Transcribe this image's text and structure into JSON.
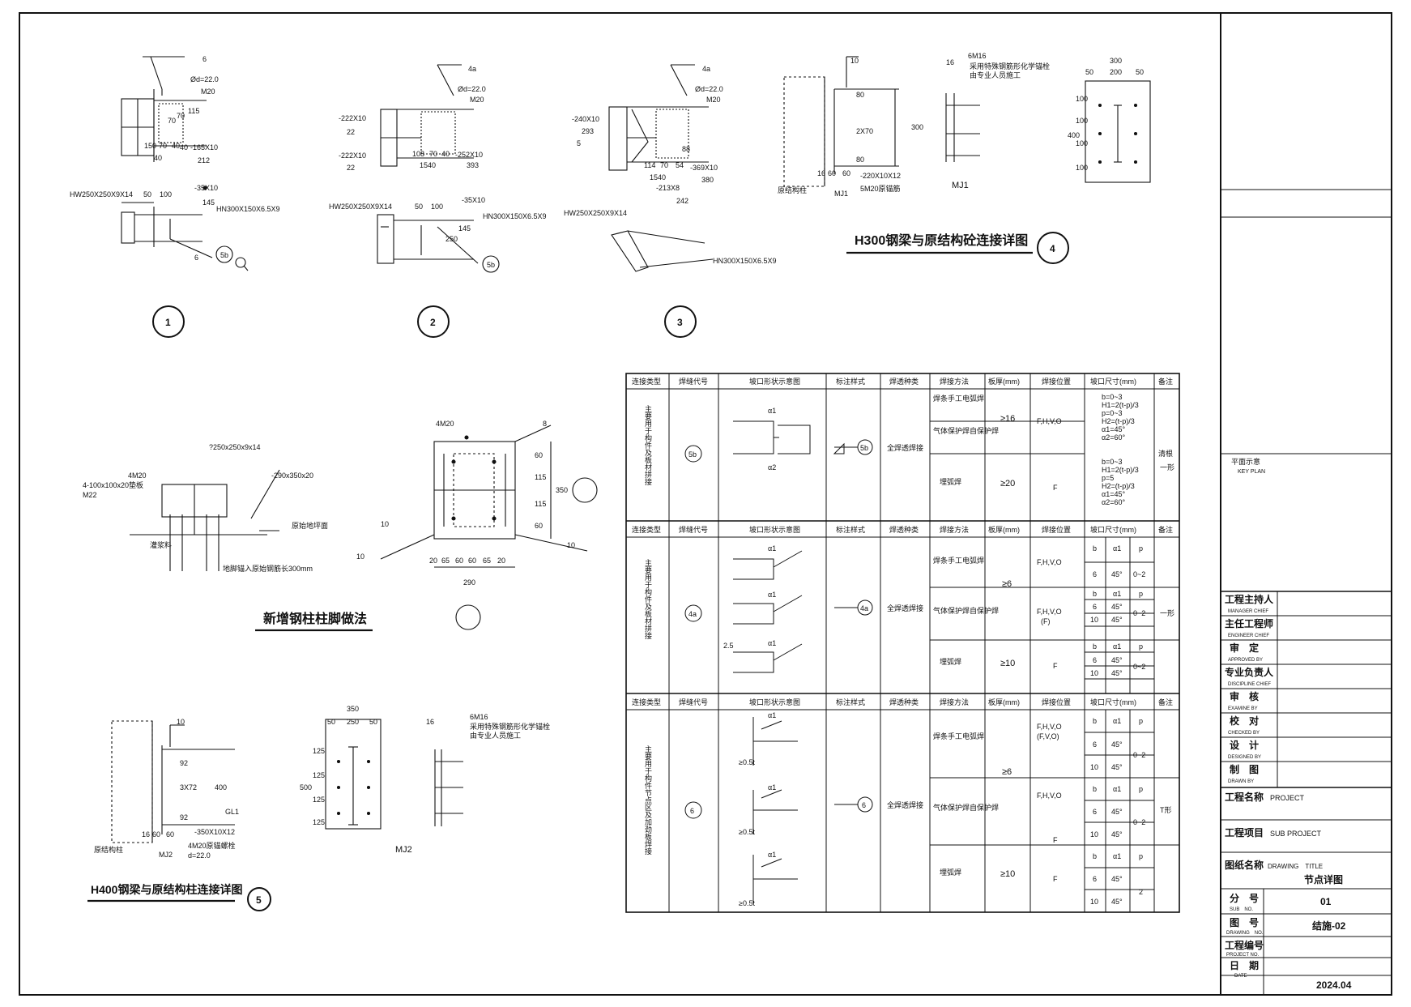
{
  "details": {
    "d1": {
      "number": "1",
      "labels": [
        "6",
        "Ød=22.0",
        "M20",
        "115",
        "70",
        "70",
        "40",
        "-165X10",
        "150",
        "70",
        "40",
        "40",
        "212",
        "HW250X250X9X14",
        "50",
        "100",
        "-35X10",
        "145",
        "HN300X150X6.5X9",
        "5b",
        "6"
      ]
    },
    "d2": {
      "number": "2",
      "labels": [
        "4a",
        "Ød=22.0",
        "M20",
        "-222X10",
        "22",
        "-222X10",
        "22",
        "108",
        "70",
        "40",
        "-252X10",
        "1540",
        "393",
        "HW250X250X9X14",
        "50",
        "100",
        "-35X10",
        "HN300X150X6.5X9",
        "145",
        "250",
        "5b"
      ]
    },
    "d3": {
      "number": "3",
      "labels": [
        "4a",
        "Ød=22.0",
        "M20",
        "-240X10",
        "293",
        "5",
        "114",
        "70",
        "54",
        "-369X10",
        "1540",
        "380",
        "-213X8",
        "242",
        "HW250X250X9X14",
        "HN300X150X6.5X9",
        "88"
      ]
    },
    "d4": {
      "number": "4",
      "title": "H300钢梁与原结构砼连接详图",
      "labels": [
        "10",
        "16",
        "6M16",
        "采用特殊钢筋形化学锚栓",
        "由专业人员施工",
        "80",
        "2X70",
        "300",
        "80",
        "16",
        "60",
        "60",
        "-220X10X12",
        "5M20原锚筋",
        "原结构柱",
        "MJ1",
        "MJ1",
        "300",
        "50",
        "200",
        "50",
        "400",
        "100",
        "100",
        "100",
        "100"
      ]
    },
    "d5": {
      "number": "5",
      "title": "H400钢梁与原结构柱连接详图",
      "labels": [
        "10",
        "92",
        "3X72",
        "400",
        "GL1",
        "92",
        "-350X10X12",
        "4M20原锚螺栓",
        "d=22.0",
        "16",
        "60",
        "60",
        "MJ2",
        "原结构柱",
        "350",
        "50",
        "250",
        "50",
        "500",
        "125",
        "125",
        "125",
        "125",
        "MJ2",
        "16",
        "6M16",
        "采用特殊钢筋形化学锚栓",
        "由专业人员施工"
      ]
    },
    "base": {
      "title": "新增钢柱柱脚做法",
      "labels": [
        "?250x250x9x14",
        "4M20",
        "4-100x100x20垫板",
        "M22",
        "-290x350x20",
        "原始地坪面",
        "灌浆料",
        "地脚锚入原始钢筋长300mm",
        "8",
        "4M20",
        "60",
        "115",
        "115",
        "60",
        "350",
        "10",
        "10",
        "10",
        "20",
        "65",
        "60",
        "60",
        "65",
        "20",
        "290"
      ]
    }
  },
  "weld_table": {
    "headers": [
      "连接类型",
      "焊缝代号",
      "坡口形状示意图",
      "标注样式",
      "焊透种类",
      "焊接方法",
      "板厚(mm)",
      "焊接位置",
      "坡口尺寸(mm)",
      "备注"
    ],
    "groups": [
      {
        "type": "主要用于构件及板材拼接",
        "code": "5b",
        "method_kind": "全焊透焊接",
        "remark_top": "清根",
        "remark": "一形",
        "rows": [
          {
            "method": "焊条手工电弧焊",
            "thick": "≥16",
            "pos": "F,H,V,O",
            "dims": [
              "b=0~3",
              "H1=2(t-p)/3",
              "p=0~3",
              "H2=(t-p)/3",
              "α1=45°",
              "α2=60°"
            ]
          },
          {
            "method": "气体保护焊自保护焊",
            "thick": "",
            "pos": "",
            "dims": []
          },
          {
            "method": "埋弧焊",
            "thick": "≥20",
            "pos": "F",
            "dims": [
              "b=0~3",
              "H1=2(t-p)/3",
              "p=5",
              "H2=(t-p)/3",
              "α1=45°",
              "α2=60°"
            ]
          }
        ],
        "sketch_labels": [
          "α1",
          "α2"
        ]
      },
      {
        "type": "主要用于构件及板材拼接",
        "code": "4a",
        "method_kind": "全焊透焊接",
        "remark": "一形",
        "rows": [
          {
            "method": "焊条手工电弧焊",
            "thick": "≥6",
            "pos": "F,H,V,O",
            "dims": {
              "head": [
                "b",
                "α1",
                "p"
              ],
              "vals": [
                [
                  "6",
                  "45°",
                  "0~2"
                ]
              ]
            }
          },
          {
            "method": "气体保护焊自保护焊",
            "thick": "",
            "pos": "F,H,V,O",
            "pos2": "(F)",
            "dims": {
              "head": [
                "b",
                "α1",
                "p"
              ],
              "vals": [
                [
                  "6",
                  "45°",
                  "0~2"
                ],
                [
                  "10",
                  "45°",
                  ""
                ]
              ]
            }
          },
          {
            "method": "埋弧焊",
            "thick": "≥10",
            "pos": "F",
            "dims": {
              "head": [
                "b",
                "α1",
                "p"
              ],
              "vals": [
                [
                  "6",
                  "45°",
                  "0~2"
                ],
                [
                  "10",
                  "45°",
                  ""
                ]
              ]
            }
          }
        ],
        "sketch_labels": [
          "α1",
          "α1",
          "α1",
          "2.5"
        ]
      },
      {
        "type": "主要用于构件节点区及加劲板焊接",
        "code": "6",
        "method_kind": "全焊透焊接",
        "remark": "T形",
        "rows": [
          {
            "method": "焊条手工电弧焊",
            "thick": "≥6",
            "pos": "F,H,V,O",
            "pos2": "(F,V,O)",
            "dims": {
              "head": [
                "b",
                "α1",
                "p"
              ],
              "vals": [
                [
                  "6",
                  "45°",
                  "0~2"
                ],
                [
                  "10",
                  "45°",
                  ""
                ]
              ]
            }
          },
          {
            "method": "气体保护焊自保护焊",
            "thick": "",
            "pos": "F,H,V,O",
            "pos2": "F",
            "dims": {
              "head": [
                "b",
                "α1",
                "p"
              ],
              "vals": [
                [
                  "6",
                  "45°",
                  "0~2"
                ],
                [
                  "10",
                  "45°",
                  ""
                ]
              ]
            }
          },
          {
            "method": "埋弧焊",
            "thick": "≥10",
            "pos": "F",
            "dims": {
              "head": [
                "b",
                "α1",
                "p"
              ],
              "vals": [
                [
                  "6",
                  "45°",
                  "2"
                ],
                [
                  "10",
                  "45°",
                  ""
                ]
              ]
            }
          }
        ],
        "sketch_labels": [
          "α1",
          "≥0.5t",
          "α1",
          "≥0.5t",
          "α1",
          "≥0.5t"
        ]
      }
    ]
  },
  "title_block": {
    "key_plan_cn": "平面示意",
    "key_plan_en": "KEY PLAN",
    "roles": [
      {
        "cn": "工程主持人",
        "en": "MANAGER CHIEF"
      },
      {
        "cn": "主任工程师",
        "en": "ENGINEER CHIEF"
      },
      {
        "cn": "审　定",
        "en": "APPROVED BY"
      },
      {
        "cn": "专业负责人",
        "en": "DISCIPLINE CHIEF"
      },
      {
        "cn": "审　核",
        "en": "EXAMINE BY"
      },
      {
        "cn": "校　对",
        "en": "CHECKED BY"
      },
      {
        "cn": "设　计",
        "en": "DESIGNED BY"
      },
      {
        "cn": "制　图",
        "en": "DRAWN BY"
      }
    ],
    "project_cn": "工程名称",
    "project_en": "PROJECT",
    "sub_cn": "工程项目",
    "sub_en": "SUB PROJECT",
    "drawing_cn": "图纸名称",
    "drawing_en": "DRAWING　TITLE",
    "drawing_title": "节点详图",
    "sub_no_cn": "分　号",
    "sub_no_en": "SUB　NO.",
    "sub_no": "01",
    "drawing_no_cn": "图　号",
    "drawing_no_en": "DRAWING　NO.",
    "drawing_no": "结施-02",
    "project_no_cn": "工程编号",
    "project_no_en": "PROJECT NO.",
    "project_no": "",
    "date_cn": "日　期",
    "date_en": "DATE",
    "date": "2024.04"
  }
}
